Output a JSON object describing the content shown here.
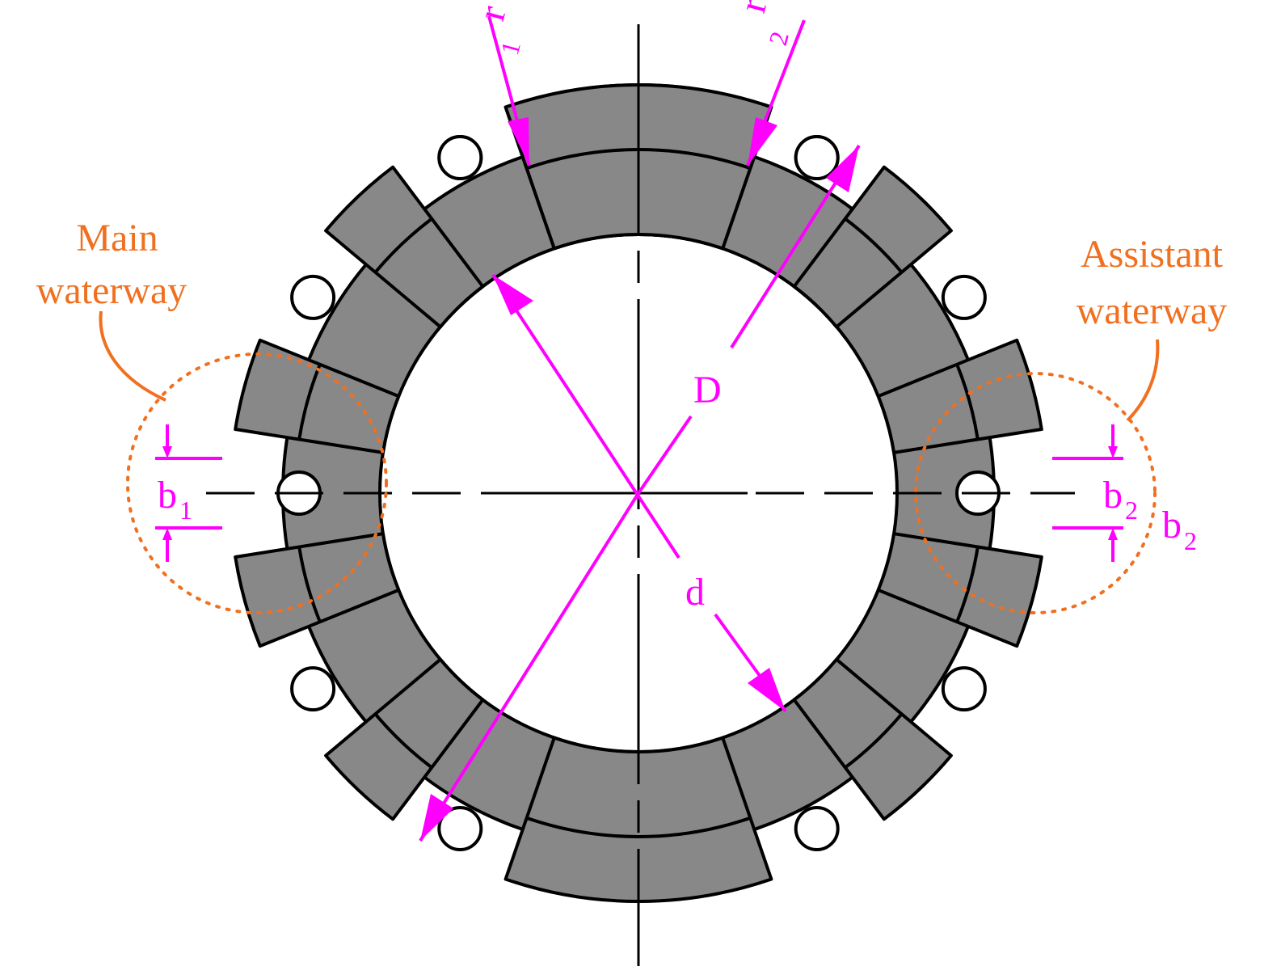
{
  "labels": {
    "main_waterway_line1": "Main",
    "main_waterway_line2": "waterway",
    "assistant_waterway_line1": "Assistant",
    "assistant_waterway_line2": "waterway",
    "outer_diameter": "D",
    "inner_diameter": "d",
    "radius_1": "r",
    "radius_1_sub": "1",
    "radius_2": "r",
    "radius_2_sub": "2",
    "width_1": "b",
    "width_1_sub": "1",
    "width_2": "b",
    "width_2_sub": "2",
    "width_2_outer": "b",
    "width_2_outer_sub": "2"
  },
  "colors": {
    "segment_fill": "#888888",
    "outline": "#000000",
    "dimension": "#ff00ff",
    "annotation": "#f07020"
  }
}
